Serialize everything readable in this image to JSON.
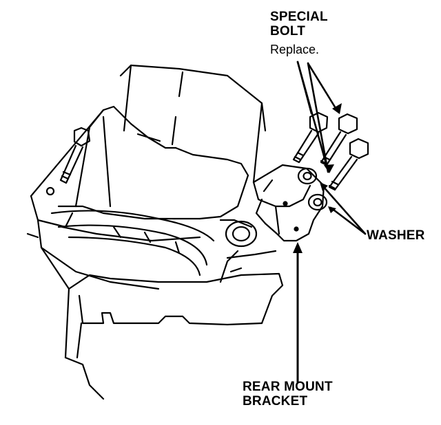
{
  "labels": {
    "special_bolt_line1": "SPECIAL",
    "special_bolt_line2": "BOLT",
    "special_bolt_note": "Replace.",
    "washer": "WASHER",
    "rear_mount_line1": "REAR MOUNT",
    "rear_mount_line2": "BRACKET"
  },
  "colors": {
    "ink": "#000000",
    "paper": "#ffffff"
  }
}
